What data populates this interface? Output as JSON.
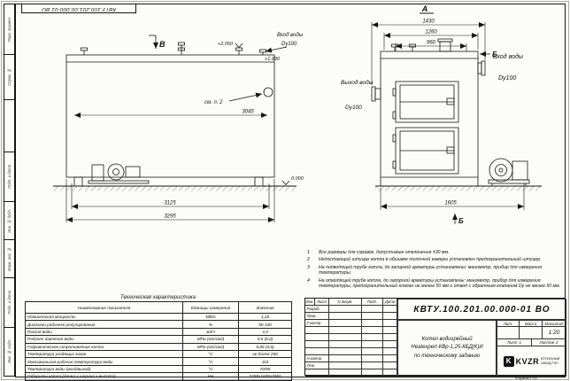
{
  "paper": {
    "top_stamp": "КВТУ.100.201.00.000-01 ВО",
    "format_label": "Формат А3",
    "margin_labels": [
      "Перв. примен.",
      "Справ. №",
      "Подп. и дата",
      "Инв. № дубл.",
      "Взам. инв. №",
      "Подп. и дата",
      "Инв. № подл."
    ]
  },
  "side_view": {
    "view_label": "В",
    "inlet_label": "Вход воды",
    "inlet_dn": "Dy100",
    "elev_top": "+2.050",
    "elev_mid": "+1.930",
    "see_note": "см. п. 2",
    "zero_level": "0.000",
    "dim_body": "3045",
    "dim_inner": "3125",
    "dim_overall": "3295"
  },
  "front_view": {
    "view_label": "А",
    "section_top": "Б",
    "section_bottom": "Б",
    "outlet_label": "Выход воды",
    "outlet_dn": "Dy100",
    "inlet_label": "Вход воды",
    "inlet_dn": "Dy100",
    "dim_top1": "1430",
    "dim_top2": "1260",
    "dim_top3": "960",
    "dim_bottom": "1605"
  },
  "notes": {
    "items": [
      {
        "n": "1",
        "text": "Все размеры для справок, допустимые отклонения ±30 мм."
      },
      {
        "n": "2",
        "text": "Недостающий штуцер котла в обшивке топочной камеры установлен предохранительный штуцер."
      },
      {
        "n": "3",
        "text": "На подводящей трубе котла, до запорной арматуры установлены: манометр, прибор для измерения температуры."
      },
      {
        "n": "4",
        "text": "На отводящей трубе котла, до запорной арматуры установлены: манометр, прибор для измерения температуры, предохранительный клапан не менее 50 мм и отвод с обратным клапаном Dy не менее 50 мм."
      }
    ]
  },
  "spec_table": {
    "title": "Техническая характеристика",
    "headers": [
      "Наименование показателя",
      "Единицы измерения",
      "Значение"
    ],
    "rows": [
      {
        "name": "Номинальная мощность",
        "unit": "МВт",
        "value": "1,25"
      },
      {
        "name": "Диапазон рабочего регулирования",
        "unit": "%",
        "value": "50-100"
      },
      {
        "name": "Расход воды",
        "unit": "м3/ч",
        "value": "4,3"
      },
      {
        "name": "Рабочее давление воды",
        "unit": "МПа (кгс/см2)",
        "value": "0,6 (6,0)"
      },
      {
        "name": "Гидравлическое сопротивление котла",
        "unit": "МПа (кгс/см2)",
        "value": "0,06 (0,6)"
      },
      {
        "name": "Температура уходящих газов",
        "unit": "°С",
        "value": "не более 250"
      },
      {
        "name": "Максимальная рабочая температура воды",
        "unit": "°С",
        "value": "115"
      },
      {
        "name": "Температура воды (вход/выход)",
        "unit": "°С",
        "value": "70/95"
      },
      {
        "name": "Габариты котла (длина х ширина х высота)",
        "unit": "мм",
        "value": "3295х1605х2050"
      }
    ]
  },
  "title_block": {
    "doc_number": "КВТУ.100.201.00.000-01 ВО",
    "header_cells": [
      "Изм.",
      "Лист",
      "N докум.",
      "Подп.",
      "Дата"
    ],
    "roles": [
      "Разраб.",
      "Пров.",
      "Т.контр.",
      "Н.контр.",
      "Утв."
    ],
    "name_line1": "Котел водогрейный",
    "name_line2": "Heatexpert-КВр-1,25-КБД(К)И",
    "name_line3": "по техническому заданию",
    "lit_label": "Лит.",
    "mass_label": "Масса",
    "scale_label": "Масштаб",
    "scale_value": "1:20",
    "sheet_label": "Лист",
    "sheet_value": "1",
    "sheets_label": "Листов",
    "sheets_value": "2",
    "company_logo": "KVZR",
    "company_line1": "КОТЕЛЬНЫЙ",
    "company_line2": "ЗАВОД РЭП"
  }
}
